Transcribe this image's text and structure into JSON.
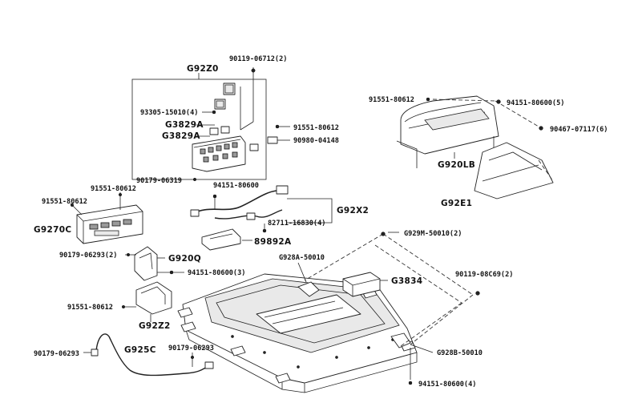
{
  "callouts": {
    "g92z0": "G92Z0",
    "c90119_06712": "90119-06712(2)",
    "c93305_15010": "93305-15010(4)",
    "g3829a_1": "G3829A",
    "g3829a_2": "G3829A",
    "c91551_80612_top": "91551-80612",
    "c90980_04148": "90980-04148",
    "c90179_06319": "90179-06319",
    "c94151_80600_mid": "94151-80600",
    "g92x2": "G92X2",
    "c82711_16830": "82711-16830(4)",
    "c89892a": "89892A",
    "c91551_80612_right": "91551-80612",
    "c94151_80600_5": "94151-80600(5)",
    "c90467_07117": "90467-07117(6)",
    "g920lb": "G920LB",
    "g92e1": "G92E1",
    "c91551_80612_left1": "91551-80612",
    "c91551_80612_left2": "91551-80612",
    "g9270c": "G9270C",
    "c90179_06293_2": "90179-06293(2)",
    "g920q": "G920Q",
    "c94151_80600_3": "94151-80600(3)",
    "g929m": "G929M-50010(2)",
    "g928a": "G928A-50010",
    "g3834": "G3834",
    "c90119_08c69": "90119-08C69(2)",
    "c91551_80612_low": "91551-80612",
    "g92z2": "G92Z2",
    "c90179_06293_left": "90179-06293",
    "g925c": "G925C",
    "c90179_06293_mid": "90179-06293",
    "g928b": "G928B-50010",
    "c94151_80600_4": "94151-80600(4)"
  }
}
